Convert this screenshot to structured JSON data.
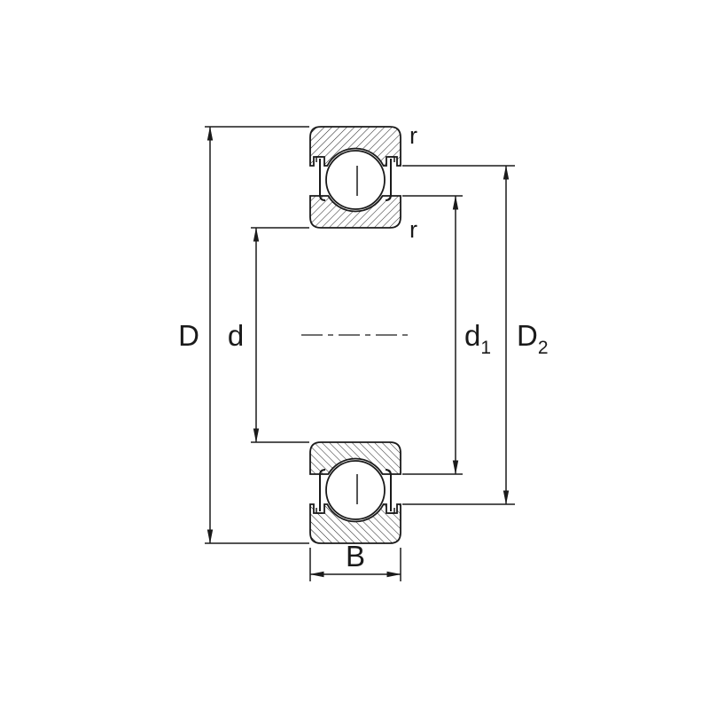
{
  "diagram": {
    "type": "bearing-cross-section",
    "labels": {
      "outer_diameter": "D",
      "bore_diameter": "d",
      "d1_main": "d",
      "d1_sub": "1",
      "d2_main": "D",
      "d2_sub": "2",
      "width": "B",
      "r_outer": "r",
      "r_inner": "r"
    },
    "colors": {
      "line": "#1a1a1a",
      "background": "#ffffff"
    }
  }
}
